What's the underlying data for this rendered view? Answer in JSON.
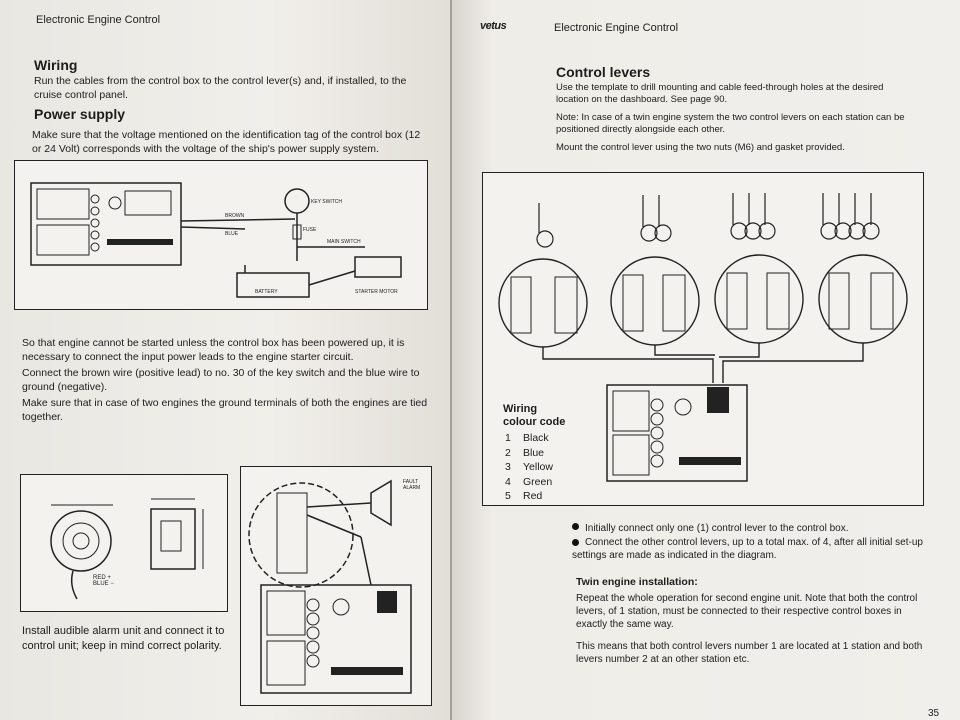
{
  "left": {
    "header": "Electronic Engine Control",
    "wiring_title": "Wiring",
    "wiring_text": "Run the cables from the control box to the control lever(s) and, if installed, to the cruise control panel.",
    "power_title": "Power supply",
    "power_text": "Make sure that the voltage mentioned on the identification tag of the control box (12 or 24 Volt) corresponds with the voltage of the ship's power supply system.",
    "para1": "So that engine cannot be started unless the control box has been powered up, it is necessary to connect the input power leads to the engine starter circuit.",
    "para2": "Connect the brown wire (positive lead) to no. 30 of the key switch and the blue wire to ground (negative).",
    "para3": "Make sure that in case of two engines the ground terminals of both the engines are tied together.",
    "alarm_text": "Install audible alarm unit and connect it to control unit; keep in mind correct polarity.",
    "diagram_labels": {
      "key_switch": "KEY SWITCH",
      "brown": "BROWN",
      "blue": "BLUE",
      "fuse": "FUSE",
      "main_switch": "MAIN SWITCH",
      "battery": "BATTERY",
      "starter_motor": "STARTER MOTOR",
      "red_blue": "RED +\nBLUE −",
      "fault_alarm": "FAULT\nALARM"
    }
  },
  "right": {
    "logo": "vetus",
    "header": "Electronic Engine Control",
    "control_title": "Control levers",
    "control_text": "Use the template to drill mounting and cable feed-through holes at the desired location on the dashboard. See page 90.",
    "note_text": "Note: In case of a twin engine system the two control levers on each station can be positioned directly alongside each other.",
    "mount_text": "Mount the control lever using the two nuts (M6) and gasket provided.",
    "wiring_code_title": "Wiring\ncolour code",
    "colour_codes": [
      {
        "num": "1",
        "name": "Black"
      },
      {
        "num": "2",
        "name": "Blue"
      },
      {
        "num": "3",
        "name": "Yellow"
      },
      {
        "num": "4",
        "name": "Green"
      },
      {
        "num": "5",
        "name": "Red"
      }
    ],
    "bullet1": "Initially connect only one (1) control lever to the control box.",
    "bullet2": "Connect the other control levers, up to a total max. of 4, after all initial set-up settings are made as indicated in the diagram.",
    "twin_title": "Twin engine installation:",
    "twin_text1": "Repeat the whole operation for second engine unit. Note that both the control levers, of 1 station, must be connected to their respective control boxes in exactly the same way.",
    "twin_text2": "This means that both control levers number 1 are located at 1 station and both levers number 2 at an other station etc.",
    "page_num": "35"
  }
}
